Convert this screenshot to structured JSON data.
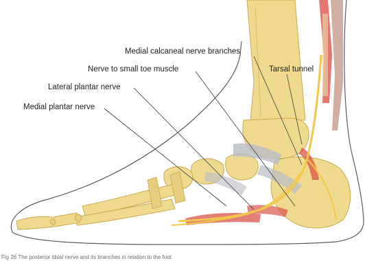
{
  "labels": {
    "medial_calcaneal": "Medial calcaneal nerve branches",
    "tarsal_tunnel": "Tarsal tunnel",
    "nerve_small_toe": "Nerve to small toe muscle",
    "lateral_plantar": "Lateral plantar nerve",
    "medial_plantar": "Medial plantar nerve"
  },
  "caption": "Fig 26 The posterior tibial nerve and its branches in relation to the foot",
  "colors": {
    "bone": "#efd98f",
    "bone_dark": "#c9a94f",
    "nerve": "#f2c84a",
    "muscle": "#d9483f",
    "ligament": "#b9bcc6",
    "skin_outline": "#5a5a5a"
  }
}
